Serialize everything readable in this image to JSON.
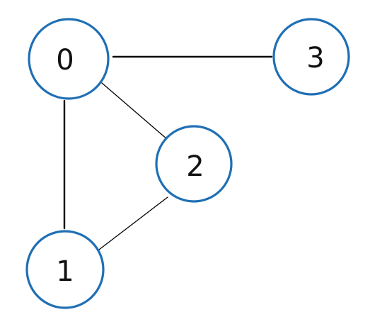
{
  "graph": {
    "node_stroke_color": "#1f6fb5",
    "edge_color": "#000000",
    "nodes": [
      {
        "id": "node-0",
        "label": "0"
      },
      {
        "id": "node-1",
        "label": "1"
      },
      {
        "id": "node-2",
        "label": "2"
      },
      {
        "id": "node-3",
        "label": "3"
      }
    ],
    "edges": [
      {
        "from": "0",
        "to": "3"
      },
      {
        "from": "0",
        "to": "1"
      },
      {
        "from": "0",
        "to": "2"
      },
      {
        "from": "2",
        "to": "1"
      }
    ]
  }
}
